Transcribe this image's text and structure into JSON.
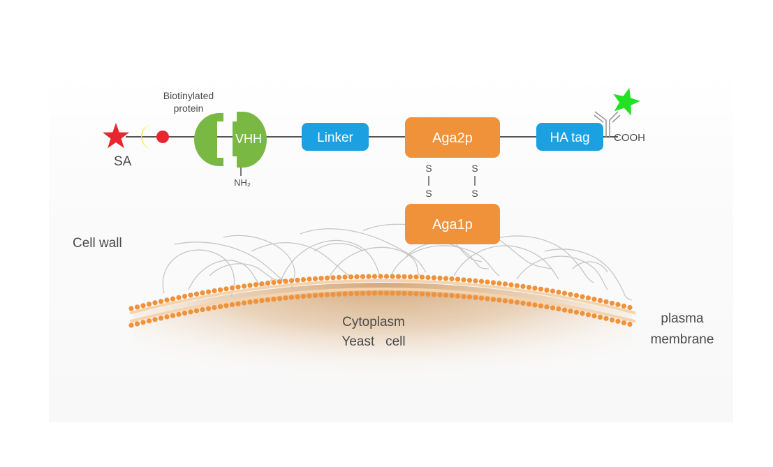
{
  "labels": {
    "sa": "SA",
    "biotinylated_line1": "Biotinylated",
    "biotinylated_line2": "protein",
    "vhh": "VHH",
    "nh2": "NH₂",
    "linker": "Linker",
    "aga2p": "Aga2p",
    "aga1p": "Aga1p",
    "ha_tag": "HA tag",
    "cooh": "COOH",
    "disulfide_s": "S",
    "cell_wall": "Cell wall",
    "cytoplasm": "Cytoplasm",
    "yeast_cell": "Yeast   cell",
    "plasma_line1": "plasma",
    "plasma_line2": "membrane"
  },
  "colors": {
    "star_sa": "#e8262f",
    "streptavidin": "#f5e70f",
    "biotin": "#e8262f",
    "vhh": "#79b943",
    "linker": "#1ba1e2",
    "aga": "#f0923a",
    "ha_tag": "#1ba1e2",
    "star_ab": "#22e022",
    "membrane": "#f0923a",
    "fiber": "#c8c8c8",
    "cytoplasm": "#d7ae82"
  }
}
